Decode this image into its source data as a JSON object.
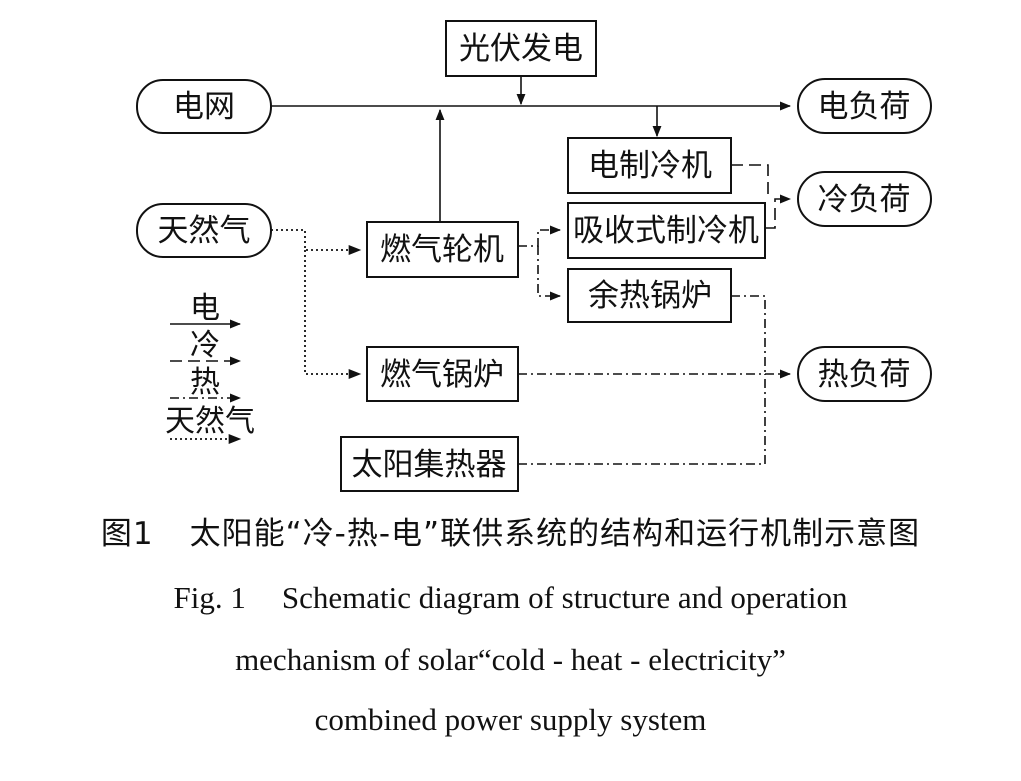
{
  "diagram": {
    "nodes": {
      "pv": "光伏发电",
      "grid": "电网",
      "elec_load": "电负荷",
      "elec_chiller": "电制冷机",
      "cold_load": "冷负荷",
      "natural_gas": "天然气",
      "gas_turbine": "燃气轮机",
      "absorption_chiller": "吸收式制冷机",
      "waste_heat_boiler": "余热锅炉",
      "gas_boiler": "燃气锅炉",
      "heat_load": "热负荷",
      "solar_collector": "太阳集热器"
    },
    "edges": [
      {
        "from": "pv",
        "to": "grid_bus",
        "type": "electricity"
      },
      {
        "from": "grid",
        "to": "elec_load",
        "type": "electricity"
      },
      {
        "from": "gas_turbine",
        "to": "grid_bus",
        "type": "electricity"
      },
      {
        "from": "grid_bus",
        "to": "elec_chiller",
        "type": "electricity"
      },
      {
        "from": "elec_chiller",
        "to": "cold_load",
        "type": "cold"
      },
      {
        "from": "absorption_chiller",
        "to": "cold_load",
        "type": "cold"
      },
      {
        "from": "gas_turbine",
        "to": "absorption_chiller",
        "type": "heat"
      },
      {
        "from": "gas_turbine",
        "to": "waste_heat_boiler",
        "type": "heat"
      },
      {
        "from": "waste_heat_boiler",
        "to": "heat_load",
        "type": "heat"
      },
      {
        "from": "gas_boiler",
        "to": "heat_load",
        "type": "heat"
      },
      {
        "from": "solar_collector",
        "to": "heat_load",
        "type": "heat"
      },
      {
        "from": "natural_gas",
        "to": "gas_turbine",
        "type": "gas"
      },
      {
        "from": "natural_gas",
        "to": "gas_boiler",
        "type": "gas"
      }
    ],
    "legend": {
      "electricity": "电",
      "cold": "冷",
      "heat": "热",
      "gas": "天然气"
    }
  },
  "caption": {
    "zh_label": "图1",
    "zh_text": "太阳能“冷-热-电”联供系统的结构和运行机制示意图",
    "en_label": "Fig. 1",
    "en_line1": "Schematic diagram of structure and operation",
    "en_line2": "mechanism of solar“cold - heat - electricity”",
    "en_line3": "combined power supply system"
  },
  "colors": {
    "line": "#111111",
    "background": "#ffffff"
  }
}
